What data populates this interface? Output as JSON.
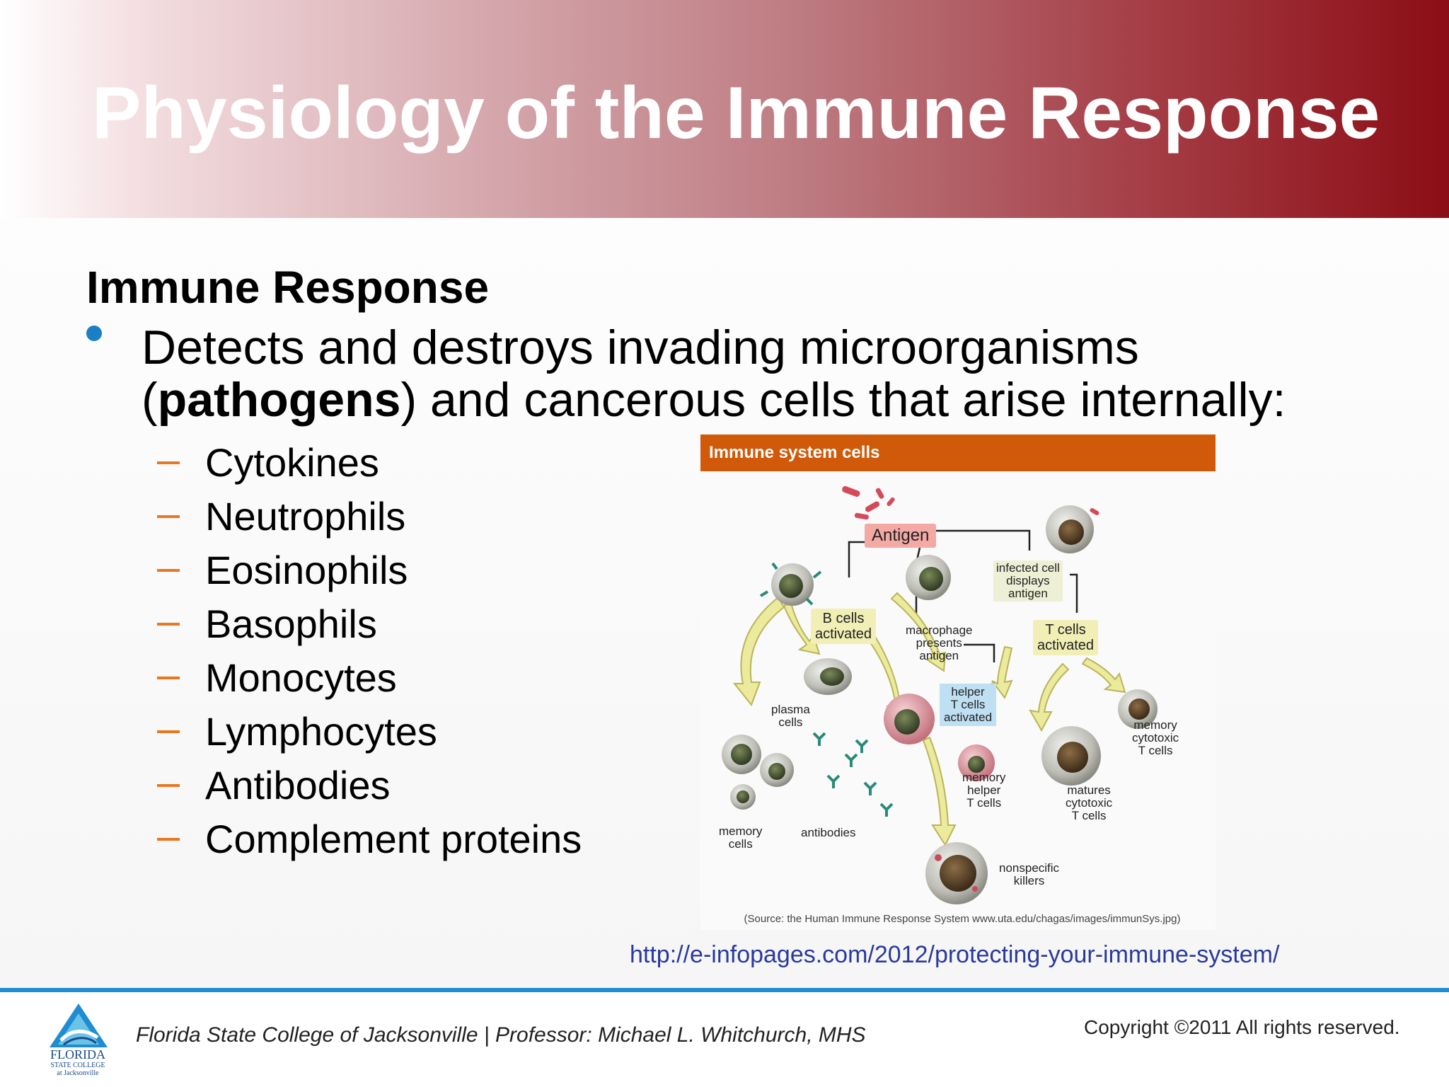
{
  "title": "Physiology of the Immune Response",
  "heading": "Immune Response",
  "bullet": {
    "text_before": "Detects and destroys invading microorganisms (",
    "bold": "pathogens",
    "text_after": ") and cancerous cells that arise internally:"
  },
  "sublist": [
    "Cytokines",
    "Neutrophils",
    "Eosinophils",
    "Basophils",
    "Monocytes",
    "Lymphocytes",
    "Antibodies",
    "Complement proteins"
  ],
  "figure": {
    "header": "Immune system cells",
    "labels": {
      "antigen": "Antigen",
      "infected_cell_1": "infected cell",
      "infected_cell_2": "displays",
      "infected_cell_3": "antigen",
      "b_cells_1": "B cells",
      "b_cells_2": "activated",
      "macrophage_1": "macrophage",
      "macrophage_2": "presents",
      "macrophage_3": "antigen",
      "t_cells_1": "T cells",
      "t_cells_2": "activated",
      "helper_act_1": "helper",
      "helper_act_2": "T cells",
      "helper_act_3": "activated",
      "plasma_1": "plasma",
      "plasma_2": "cells",
      "memory_cyto_1": "memory",
      "memory_cyto_2": "cytotoxic",
      "memory_cyto_3": "T cells",
      "memory_helper_1": "memory",
      "memory_helper_2": "helper",
      "memory_helper_3": "T cells",
      "matures_1": "matures",
      "matures_2": "cytotoxic",
      "matures_3": "T cells",
      "memory_cells_1": "memory",
      "memory_cells_2": "cells",
      "antibodies": "antibodies",
      "nonspecific_1": "nonspecific",
      "nonspecific_2": "killers"
    },
    "source": "(Source: the Human Immune Response System www.uta.edu/chagas/images/immunSys.jpg)"
  },
  "link": "http://e-infopages.com/2012/protecting-your-immune-system/",
  "footer": {
    "logo_line1": "FLORIDA",
    "logo_line2": "STATE COLLEGE",
    "logo_line3": "at Jacksonville",
    "text": "Florida State College of Jacksonville  |  Professor: Michael L. Whitchurch, MHS",
    "copyright": "Copyright ©2011  All rights reserved."
  },
  "colors": {
    "title_gradient_end": "#8c0d16",
    "bullet": "#1a7fc4",
    "dash": "#e87722",
    "figure_header": "#d05a0a",
    "footer_rule": "#1f8dd1",
    "link": "#2a3a9c"
  }
}
